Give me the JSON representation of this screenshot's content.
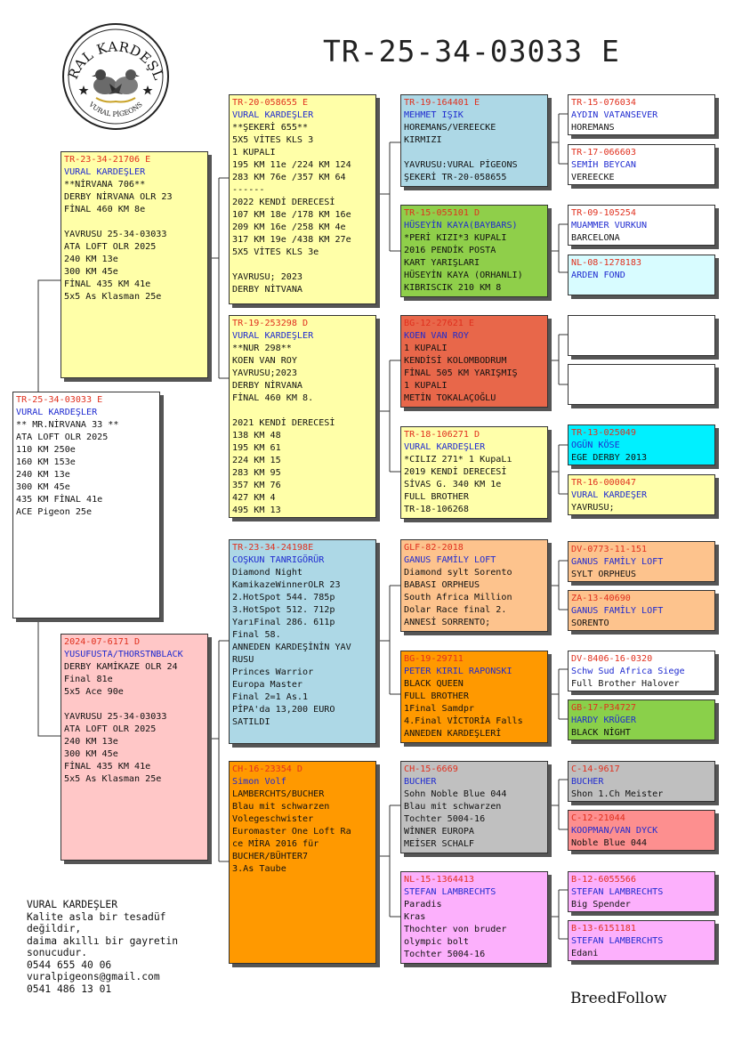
{
  "title": "TR-25-34-03033 E",
  "colors": {
    "ring": "#e0301e",
    "owner": "#1f2bd0",
    "white": "#ffffff",
    "yellow": "#ffffa8",
    "pink": "#ffc7c7",
    "lightblue": "#add8e6",
    "green": "#8fcf4a",
    "red": "#e8674a",
    "orange": "#ff9900",
    "peach": "#fdc38d",
    "gray": "#c0c0c0",
    "magenta": "#fcb0fc",
    "cyan": "#00f0ff",
    "lightcyan": "#d8fcff",
    "lemon": "#ffffaa",
    "salmon": "#fd8f8f",
    "lightgreen": "#8ad04a",
    "darkgray": "#bfbfbf"
  },
  "logo": {
    "text_top": "VURAL KARDEŞLER",
    "text_bottom": "VURAL PİGEONS"
  },
  "pigeon": {
    "ring": "TR-25-34-03033 E",
    "owner": "VURAL KARDEŞLER",
    "lines": [
      "** MR.NİRVANA 33 **",
      "ATA LOFT OLR 2025",
      "110 KM 250e",
      "160 KM 153e",
      "240 KM 13e",
      "300 KM 45e",
      "435 KM FİNAL 41e",
      "ACE Pigeon 25e"
    ]
  },
  "sire": {
    "ring": "TR-23-34-21706 E",
    "owner": "VURAL KARDEŞLER",
    "lines": [
      "**NİRVANA 706**",
      "DERBY NİRVANA OLR 23",
      "FİNAL 460 KM 8e",
      "",
      "YAVRUSU 25-34-03033",
      "ATA LOFT OLR 2025",
      "240 KM 13e",
      "300 KM 45e",
      "FİNAL 435 KM 41e",
      "5x5 As Klasman 25e"
    ]
  },
  "dam": {
    "ring": "2024-07-6171 D",
    "owner": "YUSUFUSTA/THORSTNBLACK",
    "lines": [
      "DERBY KAMİKAZE OLR 24",
      "Final 81e",
      "5x5 Ace 90e",
      "",
      "YAVRUSU 25-34-03033",
      "ATA LOFT OLR 2025",
      "240 KM 13e",
      "300 KM 45e",
      "FİNAL 435 KM 41e",
      "5x5 As Klasman 25e"
    ]
  },
  "ss": {
    "ring": "TR-20-058655 E",
    "owner": "VURAL KARDEŞLER",
    "lines": [
      "**ŞEKERİ 655**",
      "5X5 VİTES KLS 3",
      "1 KUPALI",
      "195 KM 11e /224 KM 124",
      "283 KM 76e /357 KM 64",
      "------",
      "2022 KENDİ DERECESİ",
      "107 KM 18e /178 KM 16e",
      "209 KM 16e /258 KM 4e",
      "317 KM 19e /438 KM 27e",
      "5X5 VİTES KLS 3e",
      "",
      "YAVRUSU; 2023",
      "DERBY NİTVANA"
    ]
  },
  "sd": {
    "ring": "TR-19-253298 D",
    "owner": "VURAL KARDEŞLER",
    "lines": [
      "**NUR 298**",
      "KOEN VAN ROY",
      "YAVRUSU;2023",
      "DERBY NİRVANA",
      "FİNAL 460 KM 8.",
      "",
      "2021 KENDİ DERECESİ",
      "138 KM 48",
      "195 KM 61",
      "224 KM 15",
      "283 KM 95",
      "357 KM 76",
      "427 KM 4",
      "495 KM 13"
    ]
  },
  "ds": {
    "ring": "TR-23-34-24198E",
    "owner": "COŞKUN TANRIGÖRÜR",
    "lines": [
      "Diamond Night",
      "KamikazeWinnerOLR 23",
      "2.HotSpot 544. 785p",
      "3.HotSpot 512. 712p",
      "YarıFinal 286. 611p",
      "Final 58.",
      "ANNEDEN KARDEŞİNİN YAV",
      "RUSU",
      "Princes Warrior",
      "Europa Master",
      "Final 2=1 As.1",
      "PİPA'da 13,200 EURO",
      "SATILDI"
    ]
  },
  "dd": {
    "ring": "CH-16-23354 D",
    "owner": "Simon Volf",
    "lines": [
      "LAMBERCHTS/BUCHER",
      "Blau mit schwarzen",
      "Volegeschwister",
      "Euromaster One Loft Ra",
      "ce MİRA 2016 für",
      "BUCHER/BÜHTER7",
      "3.As Taube"
    ]
  },
  "sss": {
    "ring": "TR-19-164401 E",
    "owner": "MEHMET IŞIK",
    "lines": [
      "HOREMANS/VEREECKE",
      " KIRMIZI",
      "",
      "YAVRUSU:VURAL PİGEONS",
      "ŞEKERİ TR-20-058655"
    ]
  },
  "ssd": {
    "ring": "TR-15-055101 D",
    "owner": "HÜSEYİN KAYA(BAYBARS)",
    "lines": [
      "*PERİ KIZI*3 KUPALI",
      "2016 PENDİK POSTA",
      "KART YARIŞLARI",
      "HÜSEYİN KAYA (ORHANLI)",
      "KIBRISCIK 210 KM 8"
    ]
  },
  "sds": {
    "ring": "BG-12-27621 E",
    "owner": "KOEN VAN ROY",
    "lines": [
      "1 KUPALI",
      "KENDİSİ KOLOMBODRUM",
      "FİNAL 505 KM YARIŞMIŞ",
      "1 KUPALI",
      "METİN TOKALAÇOĞLU"
    ]
  },
  "sdd": {
    "ring": "TR-18-106271 D",
    "owner": "VURAL KARDEŞLER",
    "lines": [
      "*CILIZ 271* 1 KupaLı",
      "2019 KENDİ DERECESİ",
      "SİVAS G. 340 KM 1e",
      "FULL BROTHER",
      "TR-18-106268"
    ]
  },
  "dss": {
    "ring": "GLF-82-2018",
    "owner": "GANUS FAMİLY LOFT",
    "lines": [
      "Diamond sylt Sorento",
      "BABASI ORPHEUS",
      "South Africa Million",
      "Dolar Race final 2.",
      "ANNESİ SORRENTO;"
    ]
  },
  "dsd": {
    "ring": "BG-19-29711",
    "owner": "PETER KIRIL RAPONSKI",
    "lines": [
      "BLACK QUEEN",
      "FULL BROTHER",
      "1Final Samdpr",
      "4.Final VİCTORİA Falls",
      "ANNEDEN KARDEŞLERİ"
    ]
  },
  "dds": {
    "ring": "CH-15-6669",
    "owner": "BUCHER",
    "lines": [
      "Sohn Noble Blue 044",
      "Blau mit schwarzen",
      "Tochter 5004-16",
      "WİNNER EUROPA",
      "MEİSER SCHALF"
    ]
  },
  "ddd": {
    "ring": "NL-15-1364413",
    "owner": "STEFAN LAMBRECHTS",
    "lines": [
      "Paradis",
      "Kras",
      "Thochter von bruder",
      "olympic bolt",
      "Tochter 5004-16"
    ]
  },
  "g5": [
    {
      "ring": "TR-15-076034",
      "owner": "AYDIN VATANSEVER",
      "lines": [
        "HOREMANS"
      ]
    },
    {
      "ring": "TR-17-066603",
      "owner": "SEMİH BEYCAN",
      "lines": [
        "VEREECKE"
      ]
    },
    {
      "ring": "TR-09-105254",
      "owner": "MUAMMER VURKUN",
      "lines": [
        "BARCELONA"
      ]
    },
    {
      "ring": "NL-08-1278183",
      "owner": "ARDEN FOND",
      "lines": []
    },
    {
      "ring": "",
      "owner": "",
      "lines": []
    },
    {
      "ring": "",
      "owner": "",
      "lines": []
    },
    {
      "ring": "TR-13-025049",
      "owner": "OGÜN KÖSE",
      "lines": [
        "EGE DERBY 2013"
      ]
    },
    {
      "ring": "TR-16-000047",
      "owner": "VURAL KARDEŞER",
      "lines": [
        "YAVRUSU;"
      ]
    },
    {
      "ring": "DV-0773-11-151",
      "owner": "GANUS FAMİLY LOFT",
      "lines": [
        "SYLT ORPHEUS"
      ]
    },
    {
      "ring": "ZA-13-40690",
      "owner": "GANUS FAMİLY LOFT",
      "lines": [
        "SORENTO"
      ]
    },
    {
      "ring": "DV-8406-16-0320",
      "owner": "Schw Sud Africa Siege",
      "lines": [
        "Full Brother Halover"
      ]
    },
    {
      "ring": "GB-17-P34727",
      "owner": "HARDY KRÜGER",
      "lines": [
        "BLACK  NİGHT"
      ]
    },
    {
      "ring": "C-14-9617",
      "owner": "BUCHER",
      "lines": [
        "Shon 1.Ch Meister"
      ]
    },
    {
      "ring": "C-12-21044",
      "owner": "KOOPMAN/VAN DYCK",
      "lines": [
        "Noble Blue 044"
      ]
    },
    {
      "ring": "B-12-6055566",
      "owner": "STEFAN LAMBRECHTS",
      "lines": [
        "Big Spender"
      ]
    },
    {
      "ring": "B-13-6151181",
      "owner": "STEFAN LAMBERCHTS",
      "lines": [
        "Edani"
      ]
    }
  ],
  "footer": {
    "lines": [
      "VURAL KARDEŞLER",
      "Kalite asla bir tesadüf",
      "değildir,",
      "daima akıllı bir gayretin",
      "sonucudur.",
      "0544 655 40 06",
      "vuralpigeons@gmail.com",
      "0541 486 13 01"
    ]
  },
  "brand": "BreedFollow"
}
